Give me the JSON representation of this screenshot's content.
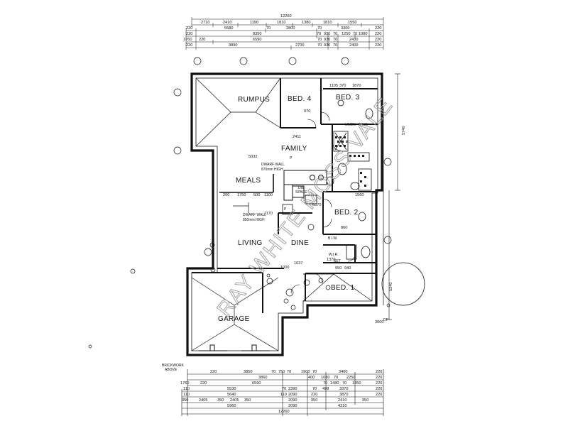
{
  "rooms": {
    "rumpus": "RUMPUS",
    "bed4": "BED. 4",
    "bed3": "BED. 3",
    "family": "FAMILY",
    "meals": "MEALS",
    "living": "LIVING",
    "dine": "DINE",
    "bed2": "BED. 2",
    "bed1": "BED. 1",
    "garage": "GARAGE",
    "linen": "LINEN",
    "bir3": "B.I.W.",
    "bir2": "B.I.W.",
    "wir": "W.I.R."
  },
  "notes": {
    "dwarf1": "DWARF WALL",
    "dwarf1h": "870mm HIGH",
    "dwarf2": "DWARF WALL",
    "dwarf2h": "850mm HIGH",
    "dw": "DW",
    "space": "SPACE",
    "brickwork1": "BRICKWORK",
    "brickwork2": "ABOVE",
    "dp": "DP",
    "p1": "P",
    "p2": "P",
    "set": "SET"
  },
  "watermark": "RAY WHITE MOSS VALE",
  "top_dims": {
    "total": "12260",
    "r1": [
      "2710",
      "2410",
      "1190",
      "1810",
      "1380",
      "1810",
      "1550"
    ],
    "r2": [
      "220",
      "5580",
      "70",
      "2800",
      "70",
      "3300",
      "220"
    ],
    "r3": [
      "220",
      "8350",
      "70",
      "930",
      "70",
      "1250",
      "70",
      "1080",
      "220"
    ],
    "r4": [
      "1760",
      "220",
      "6590",
      "70",
      "930",
      "70",
      "2430",
      "220"
    ],
    "r5": [
      "220",
      "3890",
      "2700",
      "70",
      "930",
      "70",
      "2400",
      "220"
    ]
  },
  "bottom_dims": {
    "r1": [
      "220",
      "3850",
      "70",
      "750",
      "70",
      "1900",
      "70",
      "3400",
      "220"
    ],
    "r2": [
      "3860",
      "400",
      "1080",
      "70",
      "2250",
      "220"
    ],
    "r3": [
      "1760",
      "220",
      "6590",
      "70",
      "1480",
      "70",
      "1350",
      "220"
    ],
    "r4": [
      "110",
      "5530",
      "70",
      "2390",
      "70",
      "499",
      "3370",
      "220"
    ],
    "r5": [
      "110",
      "5640",
      "110",
      "2090",
      "220",
      "3870",
      "220"
    ],
    "r6": [
      "350",
      "2405",
      "350",
      "2405",
      "350",
      "2090",
      "950",
      "2410",
      "950"
    ],
    "r7": [
      "5960",
      "2090",
      "4310"
    ],
    "total": "12260"
  },
  "side_dims": {
    "right_upper": "5740",
    "right_lower": "5240"
  },
  "inner_dims": [
    "5032",
    "2411",
    "1750",
    "500",
    "1100",
    "1560",
    "1000",
    "860",
    "970",
    "6570",
    "1170",
    "950",
    "940",
    "1105",
    "370",
    "1870",
    "200",
    "1370",
    "1037",
    "3000"
  ]
}
